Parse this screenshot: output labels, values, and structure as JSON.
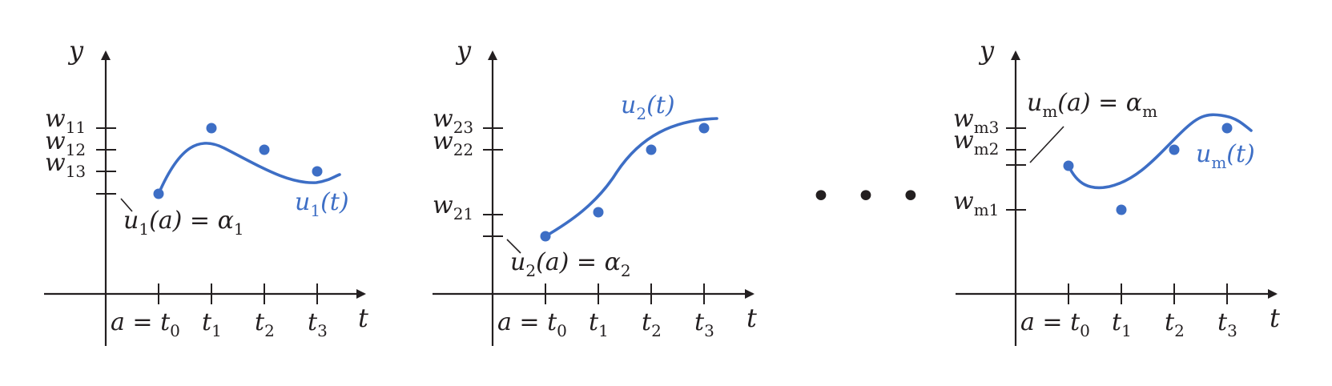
{
  "figure": {
    "accent_color": "#3d6ec5",
    "ink_color": "#231f20",
    "ellipsis": "• • •",
    "panels": [
      {
        "id": 1,
        "y_axis_label": "y",
        "t_axis_label": "t",
        "t_ticks": [
          {
            "base": "a = t",
            "sub": "0"
          },
          {
            "base": "t",
            "sub": "1"
          },
          {
            "base": "t",
            "sub": "2"
          },
          {
            "base": "t",
            "sub": "3"
          }
        ],
        "w_labels": [
          {
            "base": "w",
            "sub": "11"
          },
          {
            "base": "w",
            "sub": "12"
          },
          {
            "base": "w",
            "sub": "13"
          }
        ],
        "initial_label": {
          "u": "u",
          "u_sub": "1",
          "rest": "(a) = α",
          "alpha_sub": "1"
        },
        "curve_label": {
          "u": "u",
          "u_sub": "1",
          "rest": "(t)"
        },
        "w_values": [
          3.8,
          3.3,
          2.8
        ],
        "initial_value": 2.3
      },
      {
        "id": 2,
        "y_axis_label": "y",
        "t_axis_label": "t",
        "t_ticks": [
          {
            "base": "a = t",
            "sub": "0"
          },
          {
            "base": "t",
            "sub": "1"
          },
          {
            "base": "t",
            "sub": "2"
          },
          {
            "base": "t",
            "sub": "3"
          }
        ],
        "w_labels": [
          {
            "base": "w",
            "sub": "23"
          },
          {
            "base": "w",
            "sub": "22"
          },
          {
            "base": "w",
            "sub": "21"
          }
        ],
        "initial_label": {
          "u": "u",
          "u_sub": "2",
          "rest": "(a) = α",
          "alpha_sub": "2"
        },
        "curve_label": {
          "u": "u",
          "u_sub": "2",
          "rest": "(t)"
        },
        "w_values": [
          3.8,
          3.3,
          1.8
        ],
        "initial_value": 1.3
      },
      {
        "id": 3,
        "y_axis_label": "y",
        "t_axis_label": "t",
        "t_ticks": [
          {
            "base": "a = t",
            "sub": "0"
          },
          {
            "base": "t",
            "sub": "1"
          },
          {
            "base": "t",
            "sub": "2"
          },
          {
            "base": "t",
            "sub": "3"
          }
        ],
        "w_labels": [
          {
            "base": "w",
            "sub": "m3"
          },
          {
            "base": "w",
            "sub": "m2"
          },
          {
            "base": "w",
            "sub": "m1"
          }
        ],
        "initial_label": {
          "u": "u",
          "u_sub": "m",
          "rest": "(a) = α",
          "alpha_sub": "m"
        },
        "curve_label": {
          "u": "u",
          "u_sub": "m",
          "rest": "(t)"
        },
        "w_values": [
          3.8,
          3.3,
          1.9
        ],
        "initial_value": 3.0
      }
    ]
  }
}
